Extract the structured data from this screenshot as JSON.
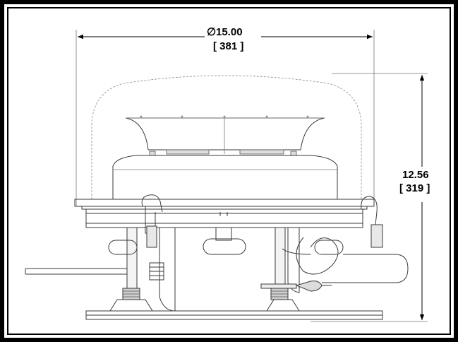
{
  "dimensions": {
    "diameter": {
      "symbol": "∅",
      "value_in": "15.00",
      "value_mm": "[ 381 ]"
    },
    "height": {
      "value_in": "12.56",
      "value_mm": "[ 319 ]"
    }
  }
}
